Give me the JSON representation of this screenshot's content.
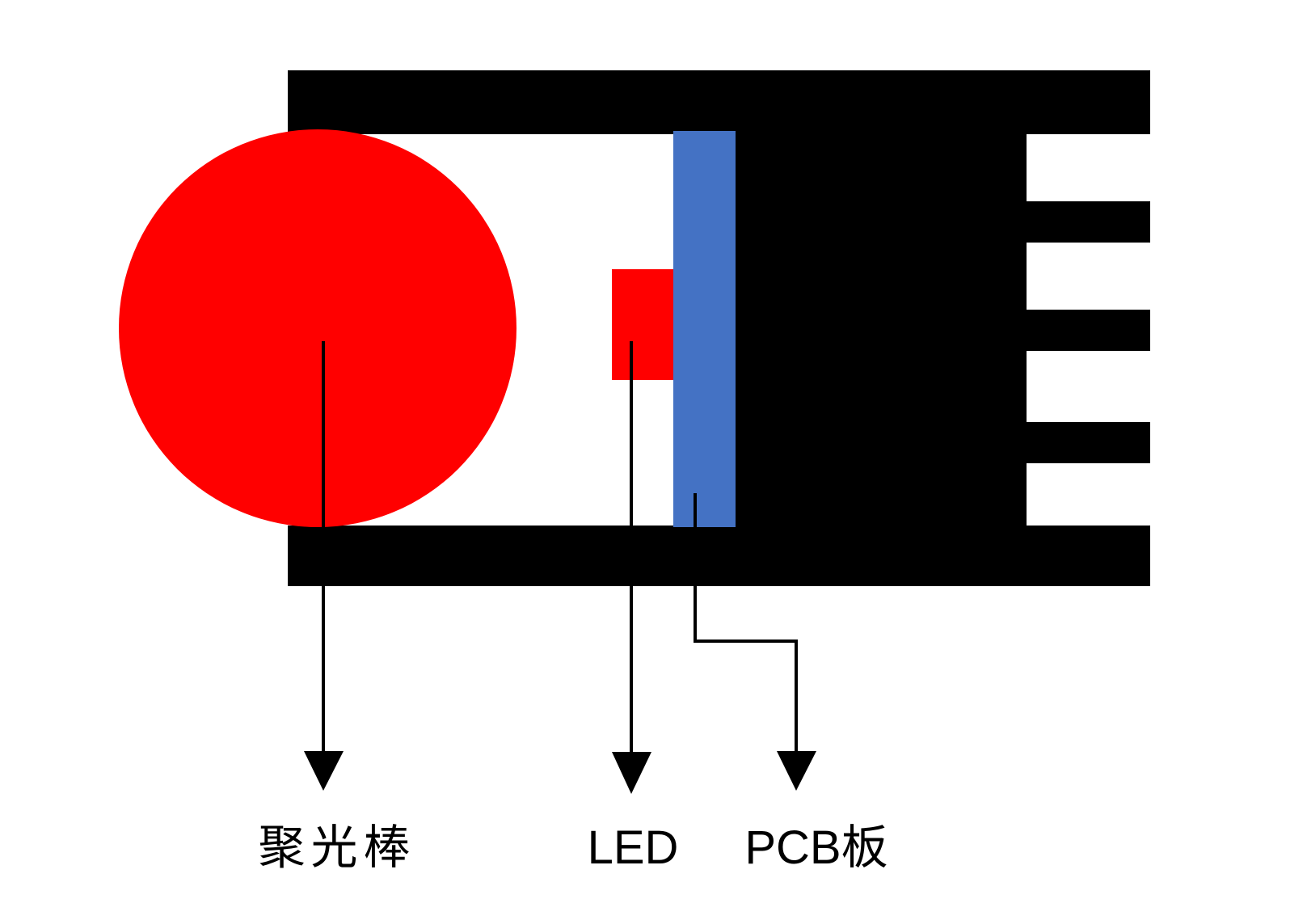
{
  "diagram": {
    "labels": {
      "rod": "聚光棒",
      "led": "LED",
      "pcb": "PCB板"
    },
    "colors": {
      "housing": "#000000",
      "rod": "#ff0000",
      "led": "#ff0000",
      "pcb": "#4472c4",
      "pointer": "#000000",
      "background": "#ffffff"
    }
  }
}
